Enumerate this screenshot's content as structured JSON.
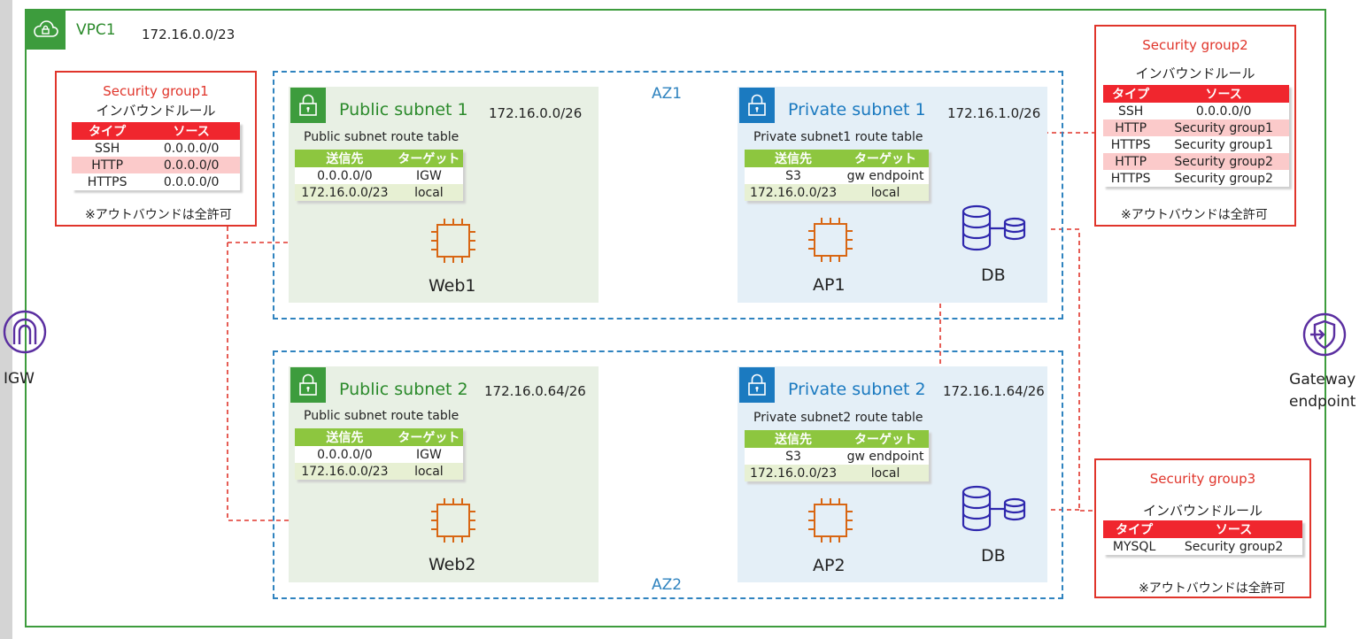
{
  "vpc": {
    "name": "VPC1",
    "cidr": "172.16.0.0/23",
    "icon": "cloud-lock-icon"
  },
  "az": [
    "AZ1",
    "AZ2"
  ],
  "public_subnets": [
    {
      "name": "Public subnet 1",
      "cidr": "172.16.0.0/26",
      "route_table_title": "Public subnet route table",
      "header": [
        "送信先",
        "ターゲット"
      ],
      "rows": [
        [
          "0.0.0.0/0",
          "IGW"
        ],
        [
          "172.16.0.0/23",
          "local"
        ]
      ],
      "instance": "Web1"
    },
    {
      "name": "Public subnet 2",
      "cidr": "172.16.0.64/26",
      "route_table_title": "Public subnet route table",
      "header": [
        "送信先",
        "ターゲット"
      ],
      "rows": [
        [
          "0.0.0.0/0",
          "IGW"
        ],
        [
          "172.16.0.0/23",
          "local"
        ]
      ],
      "instance": "Web2"
    }
  ],
  "private_subnets": [
    {
      "name": "Private subnet 1",
      "cidr": "172.16.1.0/26",
      "route_table_title": "Private subnet1 route table",
      "header": [
        "送信先",
        "ターゲット"
      ],
      "rows": [
        [
          "S3",
          "gw endpoint"
        ],
        [
          "172.16.0.0/23",
          "local"
        ]
      ],
      "instance": "AP1",
      "db": "DB"
    },
    {
      "name": "Private subnet 2",
      "cidr": "172.16.1.64/26",
      "route_table_title": "Private subnet2 route table",
      "header": [
        "送信先",
        "ターゲット"
      ],
      "rows": [
        [
          "S3",
          "gw endpoint"
        ],
        [
          "172.16.0.0/23",
          "local"
        ]
      ],
      "instance": "AP2",
      "db": "DB"
    }
  ],
  "security_groups": [
    {
      "title": "Security group1",
      "subtitle": "インバウンドルール",
      "header": [
        "タイプ",
        "ソース"
      ],
      "rows": [
        [
          "SSH",
          "0.0.0.0/0"
        ],
        [
          "HTTP",
          "0.0.0.0/0"
        ],
        [
          "HTTPS",
          "0.0.0.0/0"
        ]
      ],
      "note": "※アウトバウンドは全許可"
    },
    {
      "title": "Security group2",
      "subtitle": "インバウンドルール",
      "header": [
        "タイプ",
        "ソース"
      ],
      "rows": [
        [
          "SSH",
          "0.0.0.0/0"
        ],
        [
          "HTTP",
          "Security group1"
        ],
        [
          "HTTPS",
          "Security group1"
        ],
        [
          "HTTP",
          "Security group2"
        ],
        [
          "HTTPS",
          "Security group2"
        ]
      ],
      "note": "※アウトバウンドは全許可"
    },
    {
      "title": "Security group3",
      "subtitle": "インバウンドルール",
      "header": [
        "タイプ",
        "ソース"
      ],
      "rows": [
        [
          "MYSQL",
          "Security group2"
        ]
      ],
      "note": "※アウトバウンドは全許可"
    }
  ],
  "igw": {
    "label": "IGW",
    "icon": "internet-gateway-icon"
  },
  "gateway_endpoint": {
    "label_line1": "Gateway",
    "label_line2": "endpoint",
    "icon": "gateway-endpoint-icon"
  },
  "colors": {
    "vpc_green": "#3d9c3d",
    "az_blue": "#2f83bf",
    "public_bg": "#e8f0e4",
    "private_bg": "#e4eff7",
    "table_green": "#8dc63f",
    "sg_red": "#e0352b",
    "sg_header": "#f0262e",
    "sg_stripe": "#fbcaca",
    "ec2_orange": "#d86613",
    "db_blue": "#2e27ad",
    "igw_purple": "#5a2ea0",
    "connector_red": "#e0352b"
  }
}
